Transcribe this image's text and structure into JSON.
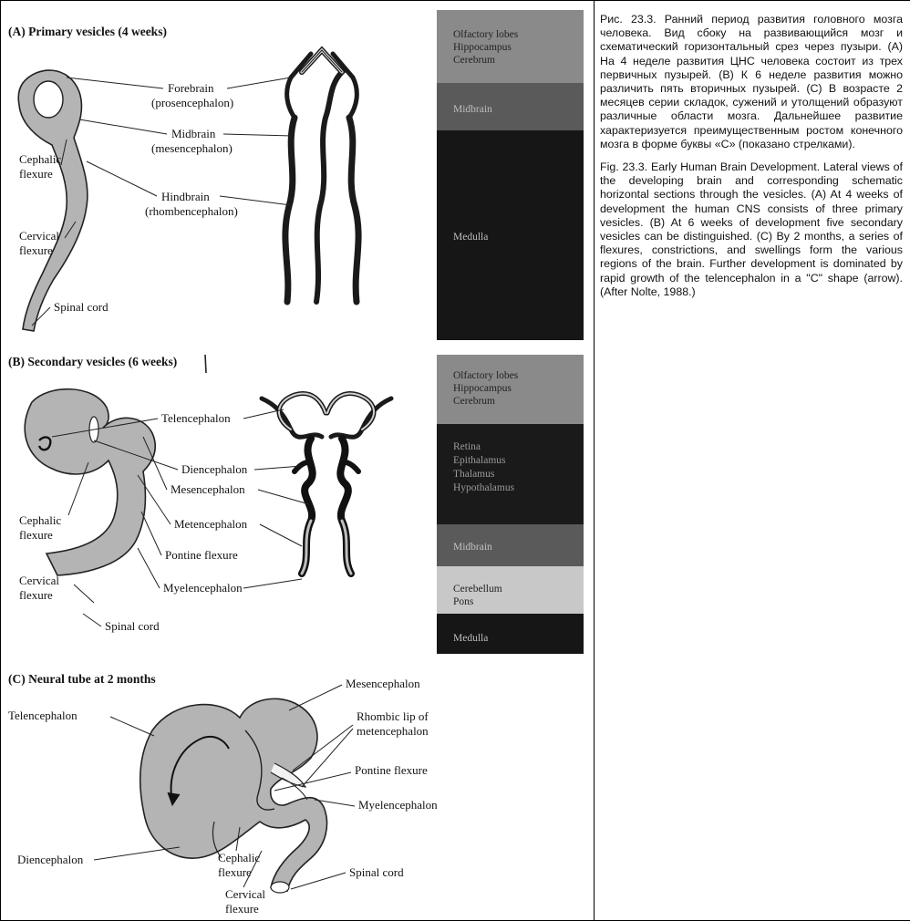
{
  "panels": {
    "a": {
      "title": "(A) Primary vesicles (4 weeks)",
      "labels": {
        "forebrain": "Forebrain",
        "prosencephalon": "(prosencephalon)",
        "midbrain": "Midbrain",
        "mesencephalon": "(mesencephalon)",
        "hindbrain": "Hindbrain",
        "rhombencephalon": "(rhombencephalon)",
        "cephalic_1": "Cephalic",
        "cephalic_2": "flexure",
        "cervical_1": "Cervical",
        "cervical_2": "flexure",
        "spinal_cord": "Spinal cord"
      },
      "legend": [
        {
          "lines": [
            "Olfactory lobes",
            "Hippocampus",
            "Cerebrum"
          ],
          "color": "#8a8a8a"
        },
        {
          "lines": [
            "Midbrain"
          ],
          "color": "#5a5a5a"
        },
        {
          "lines": [
            "Medulla"
          ],
          "color": "#161616"
        }
      ]
    },
    "b": {
      "title": "(B) Secondary vesicles (6 weeks)",
      "labels": {
        "telencephalon": "Telencephalon",
        "diencephalon": "Diencephalon",
        "mesencephalon": "Mesencephalon",
        "metencephalon": "Metencephalon",
        "pontine_flexure": "Pontine flexure",
        "myelencephalon": "Myelencephalon",
        "cephalic_1": "Cephalic",
        "cephalic_2": "flexure",
        "cervical_1": "Cervical",
        "cervical_2": "flexure",
        "spinal_cord": "Spinal cord"
      },
      "legend": [
        {
          "lines": [
            "Olfactory lobes",
            "Hippocampus",
            "Cerebrum"
          ],
          "color": "#8a8a8a"
        },
        {
          "lines": [
            "Retina",
            "Epithalamus",
            "Thalamus",
            "Hypothalamus"
          ],
          "color": "#1a1a1a"
        },
        {
          "lines": [
            "Midbrain"
          ],
          "color": "#5a5a5a"
        },
        {
          "lines": [
            "Cerebellum",
            "Pons"
          ],
          "color": "#c8c8c8"
        },
        {
          "lines": [
            "Medulla"
          ],
          "color": "#161616"
        }
      ]
    },
    "c": {
      "title": "(C) Neural tube at 2 months",
      "labels": {
        "mesencephalon": "Mesencephalon",
        "rhombic_1": "Rhombic lip of",
        "rhombic_2": "metencephalon",
        "telencephalon": "Telencephalon",
        "pontine_flexure": "Pontine flexure",
        "myelencephalon": "Myelencephalon",
        "diencephalon": "Diencephalon",
        "cephalic_1": "Cephalic",
        "cephalic_2": "flexure",
        "spinal_cord": "Spinal cord",
        "cervical_1": "Cervical",
        "cervical_2": "flexure"
      }
    }
  },
  "caption_ru": "Рис. 23.3. Ранний период развития головного мозга человека. Вид сбоку на развивающийся мозг и схематический горизонтальный срез через пузыри. (A) На 4 неделе развития ЦНС человека состоит из трех первичных пузырей. (B) К 6 неделе развития можно различить пять вторичных пузырей. (C) В возрасте 2 месяцев серии складок, сужений и утолщений образуют различные области мозга. Дальнейшее развитие характеризуется преимущественным ростом конечного мозга в форме буквы «C» (показано стрелками).",
  "caption_en": "Fig. 23.3. Early Human Brain Development. Lateral views of the developing brain and corresponding schematic horizontal sections through the vesicles. (A) At 4 weeks of development the human CNS consists of three primary vesicles. (B) At 6 weeks of development five secondary vesicles can be distinguished. (C) By 2 months, a series of flexures, constrictions, and swellings form the various regions of the brain. Further development is dominated by rapid growth of the telencephalon in a \"C\" shape (arrow). (After Nolte, 1988.)"
}
